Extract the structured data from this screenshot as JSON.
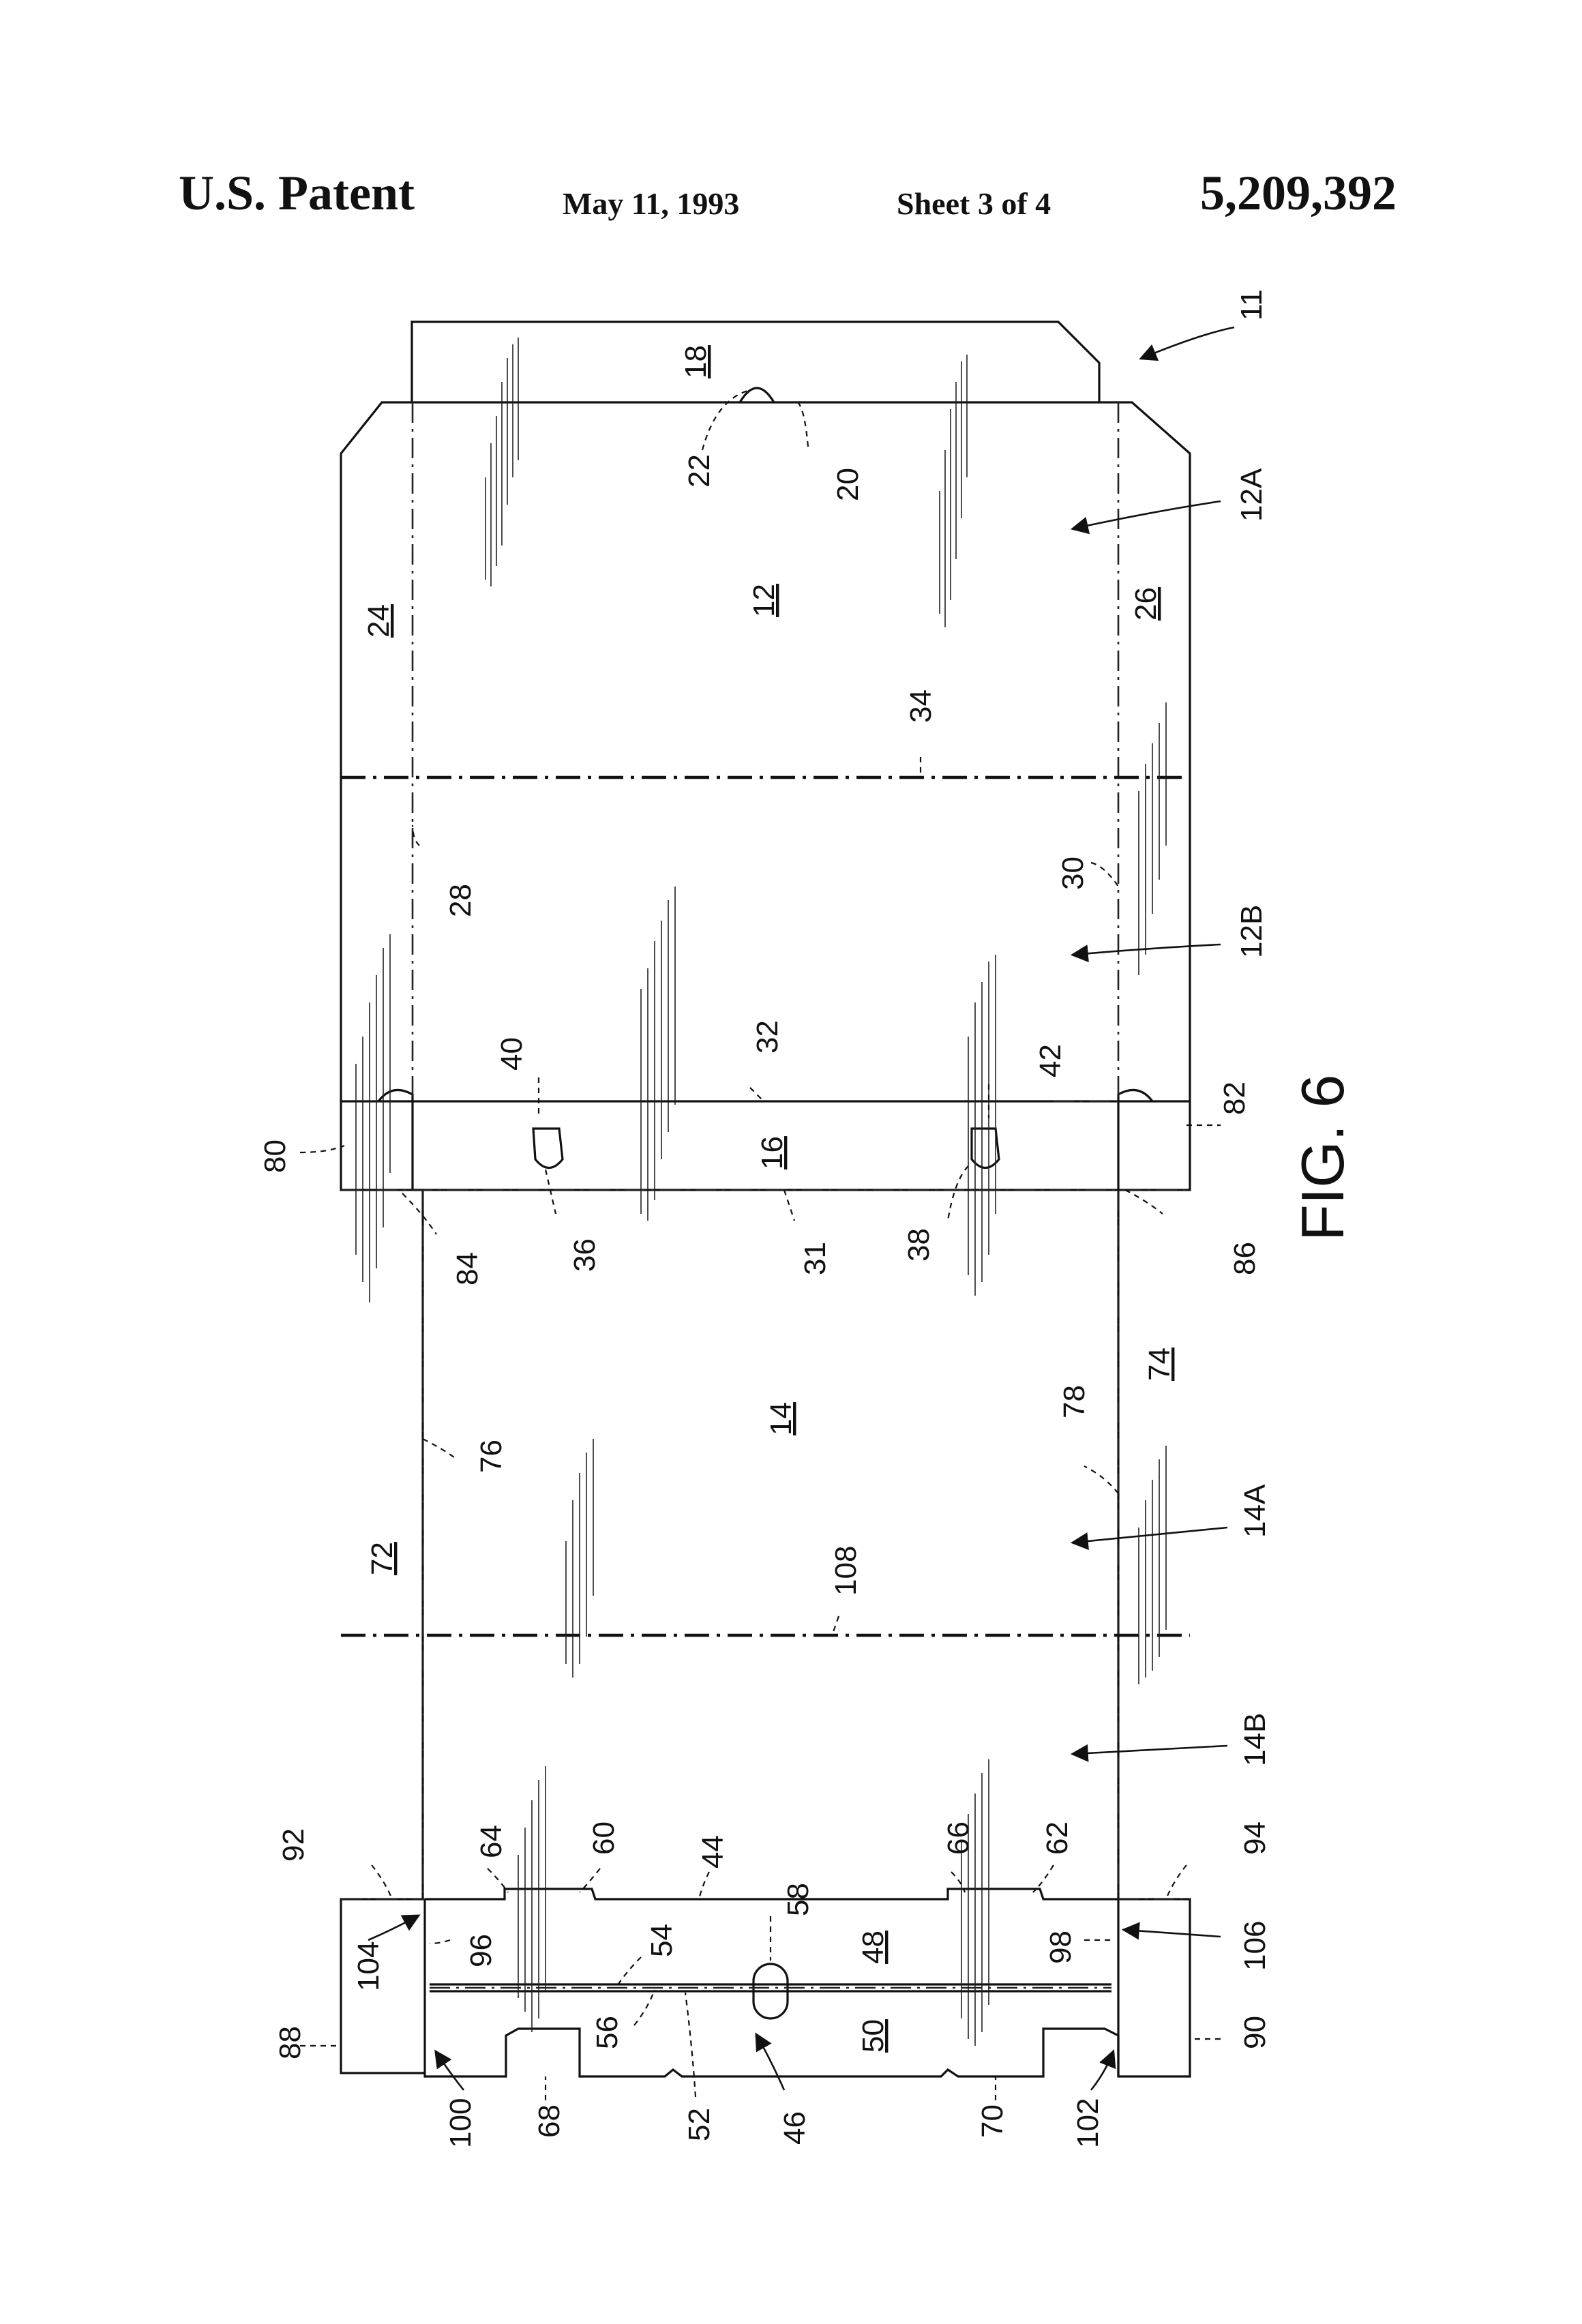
{
  "header": {
    "patent": "U.S. Patent",
    "date": "May 11, 1993",
    "sheet": "Sheet 3 of 4",
    "number": "5,209,392"
  },
  "figure": {
    "label": "FIG. 6"
  },
  "refs": {
    "r11": "11",
    "r12": "12",
    "r12a": "12A",
    "r12b": "12B",
    "r14": "14",
    "r14a": "14A",
    "r14b": "14B",
    "r16": "16",
    "r18": "18",
    "r20": "20",
    "r22": "22",
    "r24": "24",
    "r26": "26",
    "r28": "28",
    "r30": "30",
    "r31": "31",
    "r32": "32",
    "r34": "34",
    "r36": "36",
    "r38": "38",
    "r40": "40",
    "r42": "42",
    "r44": "44",
    "r46": "46",
    "r48": "48",
    "r50": "50",
    "r52": "52",
    "r54": "54",
    "r56": "56",
    "r58": "58",
    "r60": "60",
    "r62": "62",
    "r64": "64",
    "r66": "66",
    "r68": "68",
    "r70": "70",
    "r72": "72",
    "r74": "74",
    "r76": "76",
    "r78": "78",
    "r80": "80",
    "r82": "82",
    "r84": "84",
    "r86": "86",
    "r88": "88",
    "r90": "90",
    "r92": "92",
    "r94": "94",
    "r96": "96",
    "r98": "98",
    "r100": "100",
    "r102": "102",
    "r104": "104",
    "r106": "106",
    "r108": "108"
  }
}
